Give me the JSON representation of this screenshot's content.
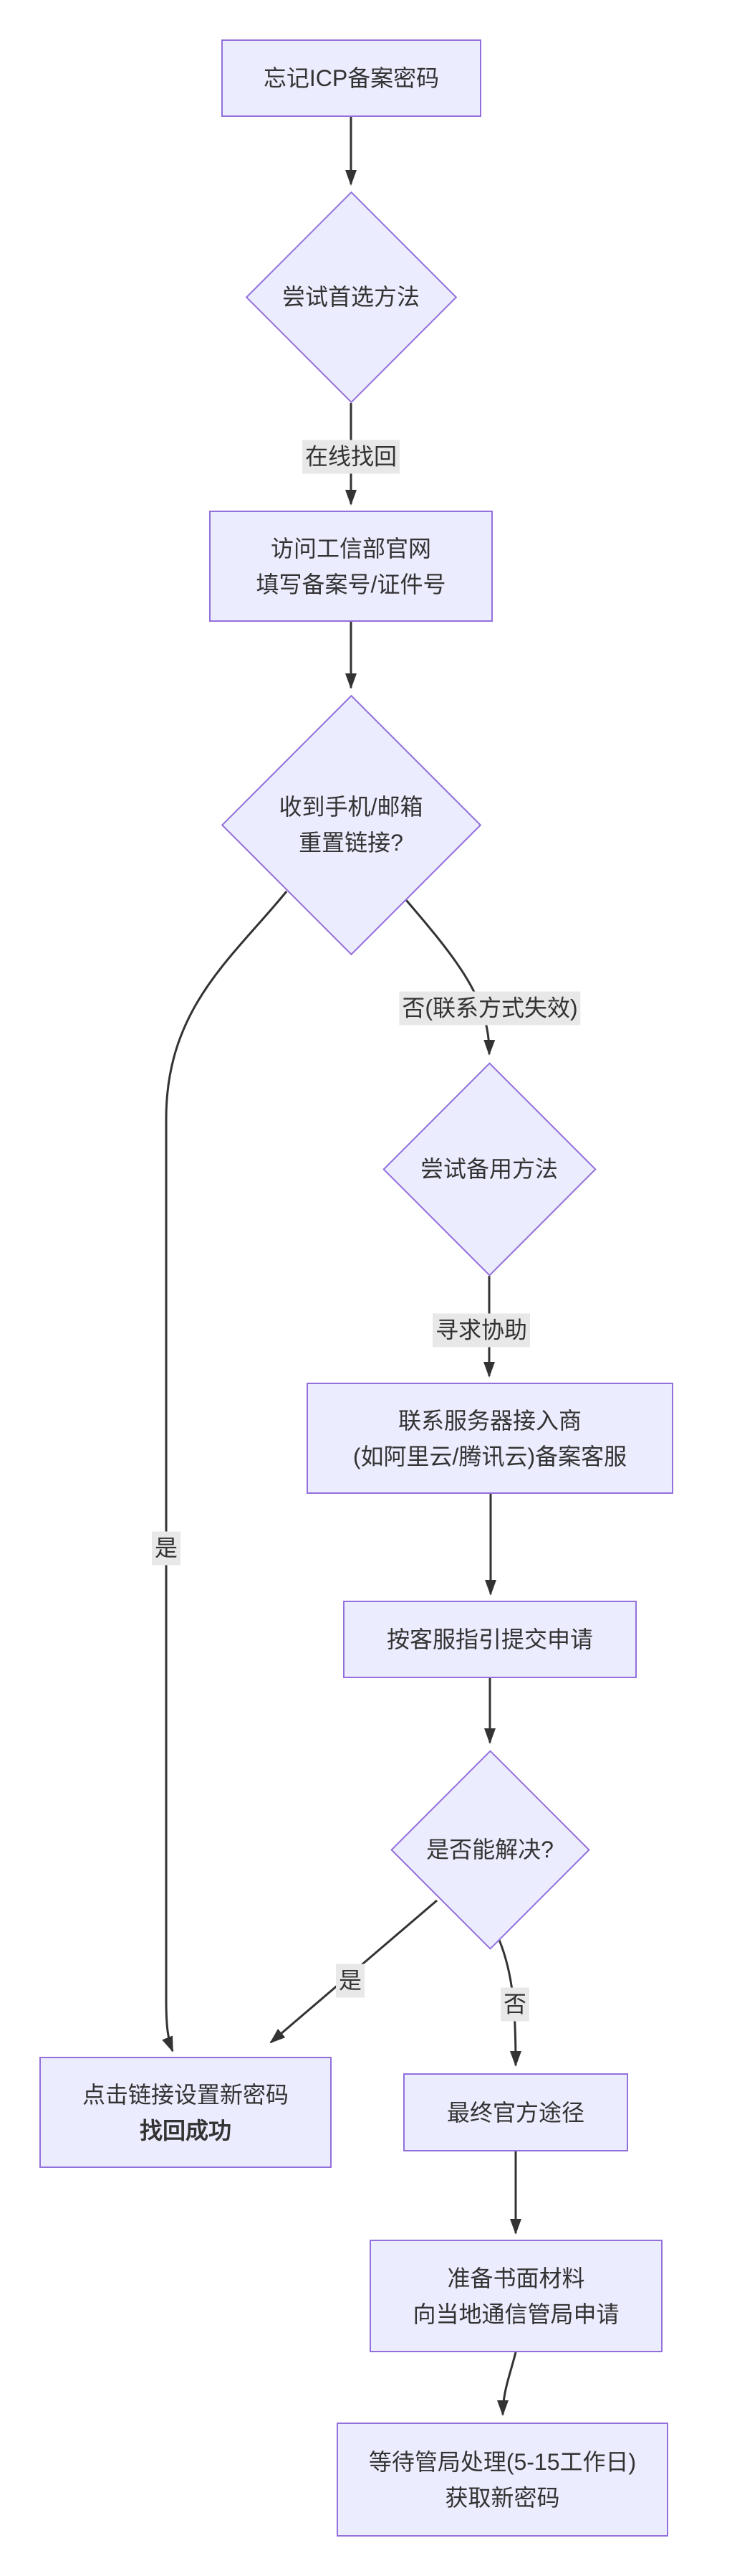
{
  "colors": {
    "node_fill": "#ECECFF",
    "node_border": "#9370DB",
    "edge_line": "#333333",
    "edge_label_bg": "#E8E8E8",
    "text": "#333333",
    "background": "#FFFFFF"
  },
  "nodes": {
    "start": {
      "lines": [
        "忘记ICP备案密码"
      ]
    },
    "try_first": {
      "lines": [
        "尝试首选方法"
      ]
    },
    "visit_miit": {
      "lines": [
        "访问工信部官网",
        "填写备案号/证件号"
      ]
    },
    "reset_link": {
      "lines": [
        "收到手机/邮箱",
        "重置链接?"
      ]
    },
    "try_backup": {
      "lines": [
        "尝试备用方法"
      ]
    },
    "contact_isp": {
      "lines": [
        "联系服务器接入商",
        "(如阿里云/腾讯云)备案客服"
      ]
    },
    "submit_apply": {
      "lines": [
        "按客服指引提交申请"
      ]
    },
    "can_solve": {
      "lines": [
        "是否能解决?"
      ]
    },
    "success": {
      "lines": [
        "点击链接设置新密码",
        "找回成功"
      ]
    },
    "official": {
      "lines": [
        "最终官方途径"
      ]
    },
    "prepare": {
      "lines": [
        "准备书面材料",
        "向当地通信管局申请"
      ]
    },
    "wait": {
      "lines": [
        "等待管局处理(5-15工作日)",
        "获取新密码"
      ]
    }
  },
  "edge_labels": {
    "online_recover": "在线找回",
    "yes_link": "是",
    "no_contact_invalid": "否(联系方式失效)",
    "seek_help": "寻求协助",
    "yes_solved": "是",
    "no_solved": "否"
  }
}
